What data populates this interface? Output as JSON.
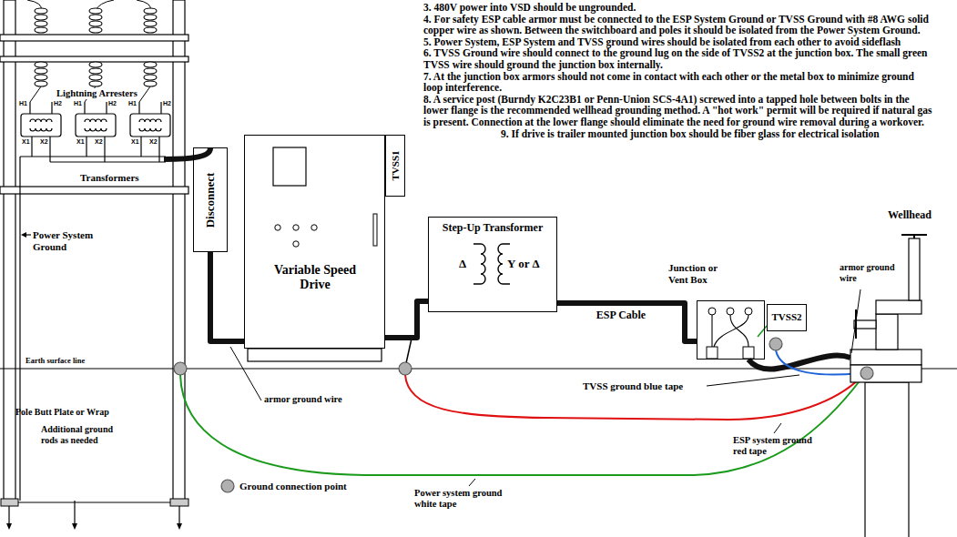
{
  "diagram": {
    "nodes": [
      {
        "text": [
          "Disconnect"
        ]
      },
      {
        "text": [
          "Variable Speed Drive"
        ]
      },
      {
        "text": [
          "TVSS1"
        ]
      },
      {
        "text": [
          "Step-Up Transformer",
          "Δ",
          "Y or Δ"
        ]
      },
      {
        "text": [
          "Junction or Vent Box"
        ]
      },
      {
        "text": [
          "TVSS2"
        ]
      }
    ],
    "edges": [
      {
        "from": 0,
        "to": 1,
        "arrow": "none"
      },
      {
        "from": 1,
        "to": 3,
        "arrow": "none"
      },
      {
        "from": 3,
        "to": 4,
        "arrow": "none",
        "label": "ESP Cable"
      }
    ],
    "labels": [
      "3. 480V power into VSD should be ungrounded.",
      "4. For safety ESP cable armor must be connected to the ESP System Ground or TVSS Ground with #8 AWG solid copper wire as shown. Between the switchboard and poles it should be isolated from the Power System Ground.",
      "5. Power System, ESP System and TVSS ground wires should be isolated from each other to avoid sideflash",
      "6. TVSS Ground wire should connect to the ground lug on the side of TVSS2 at the junction box. The small green TVSS wire should ground the junction box internally.",
      "7. At the junction box armors should not come in contact with each other or the metal box to minimize ground loop interference.",
      "8. A service post (Burndy K2C23B1 or Penn-Union SCS-4A1) screwed into a tapped hole between bolts in the lower flange is the recommended wellhead grounding method. A \"hot work\" permit will be required if natural gas is present. Connection at the lower flange should eliminate the need for ground wire removal during a workover.",
      "9. If drive is trailer mounted junction box should be fiber glass for electrical isolation",
      "Lightning Arresters",
      "H1",
      "H2",
      "H1",
      "H2",
      "H1",
      "H2",
      "X1",
      "X2",
      "X1",
      "X2",
      "X1",
      "X2",
      "Transformers",
      "Power System Ground",
      "Earth surface line",
      "Pole Butt Plate or Wrap",
      "Additional ground rods as needed",
      "armor ground wire",
      "Wellhead",
      "armor ground wire",
      "TVSS ground blue tape",
      "ESP system ground red tape",
      "Power system ground white tape"
    ],
    "legend": [
      {
        "text": "Ground connection point"
      }
    ]
  }
}
